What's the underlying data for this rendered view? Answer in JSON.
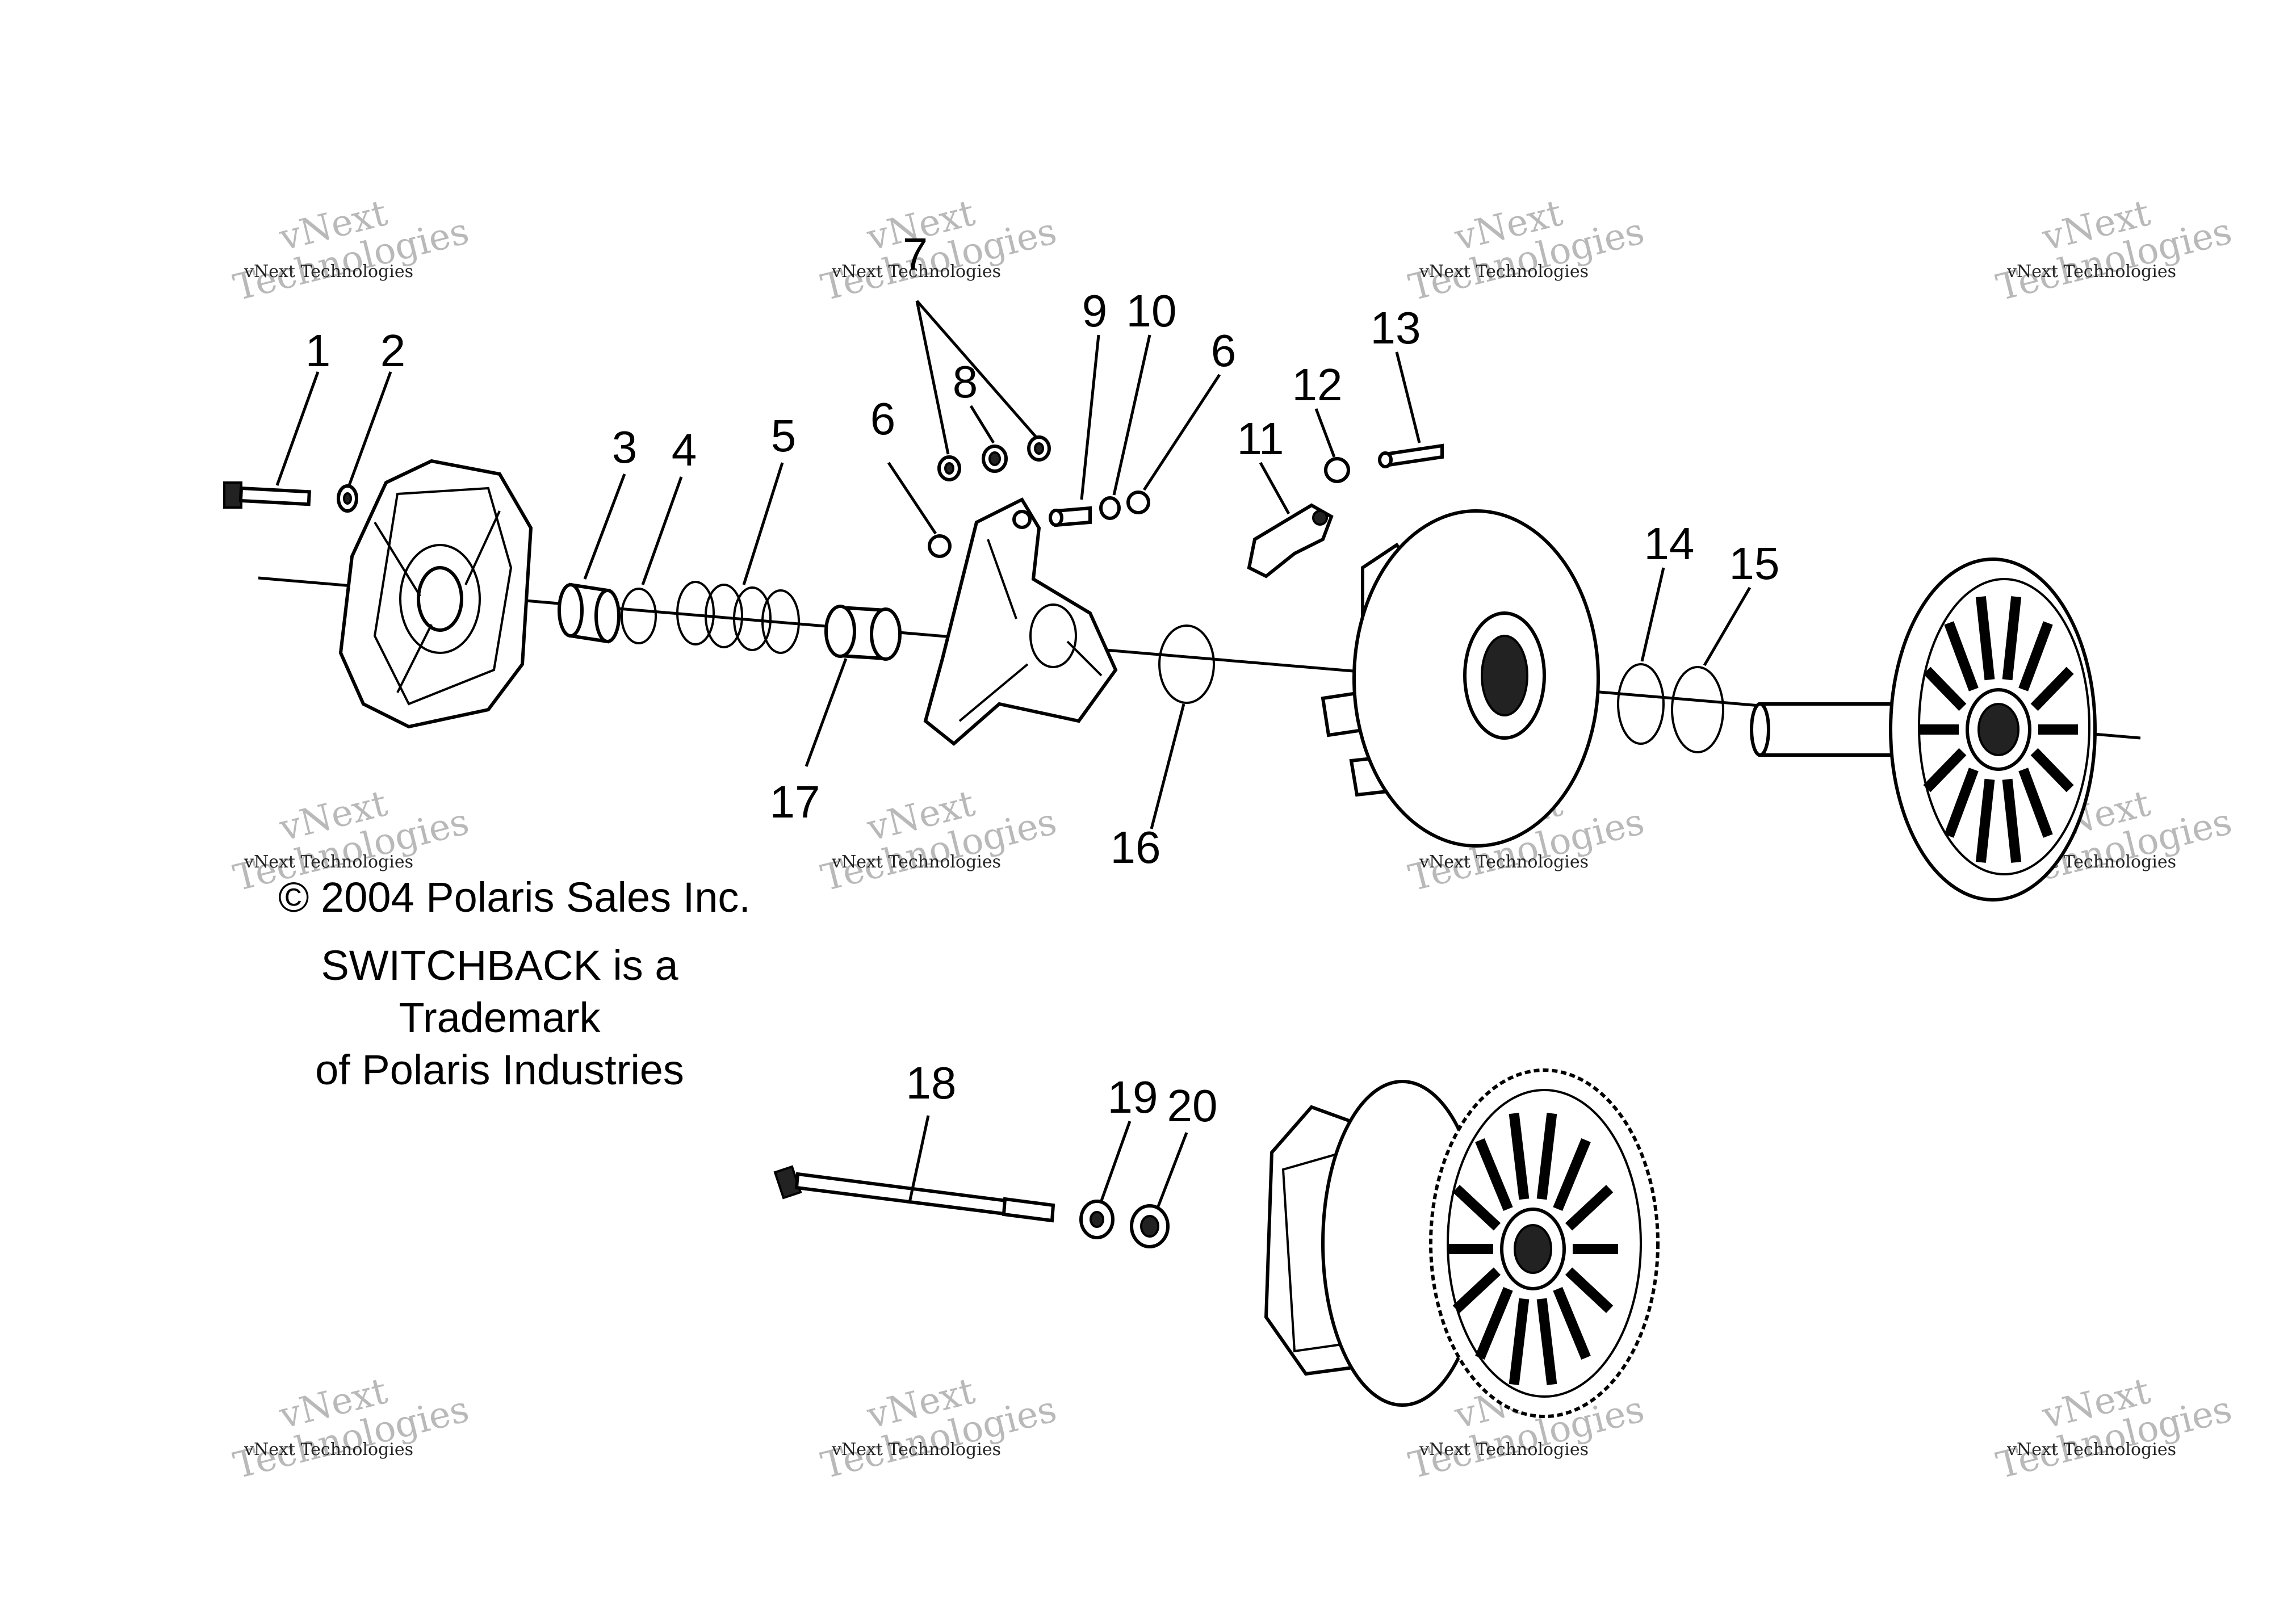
{
  "callouts": [
    {
      "id": "1",
      "label": "1"
    },
    {
      "id": "2",
      "label": "2"
    },
    {
      "id": "3",
      "label": "3"
    },
    {
      "id": "4",
      "label": "4"
    },
    {
      "id": "5",
      "label": "5"
    },
    {
      "id": "6a",
      "label": "6"
    },
    {
      "id": "7",
      "label": "7"
    },
    {
      "id": "8",
      "label": "8"
    },
    {
      "id": "9",
      "label": "9"
    },
    {
      "id": "10",
      "label": "10"
    },
    {
      "id": "6b",
      "label": "6"
    },
    {
      "id": "11",
      "label": "11"
    },
    {
      "id": "12",
      "label": "12"
    },
    {
      "id": "13",
      "label": "13"
    },
    {
      "id": "14",
      "label": "14"
    },
    {
      "id": "15",
      "label": "15"
    },
    {
      "id": "16",
      "label": "16"
    },
    {
      "id": "17",
      "label": "17"
    },
    {
      "id": "18",
      "label": "18"
    },
    {
      "id": "19",
      "label": "19"
    },
    {
      "id": "20",
      "label": "20"
    }
  ],
  "copyright": {
    "symbol": "©",
    "text": "2004 Polaris Sales Inc."
  },
  "trademark": {
    "line1": "SWITCHBACK is a Trademark",
    "line2": "of Polaris Industries"
  },
  "watermark": {
    "small": "vNext Technologies",
    "top": "vNext",
    "bottom": "Technologies"
  }
}
